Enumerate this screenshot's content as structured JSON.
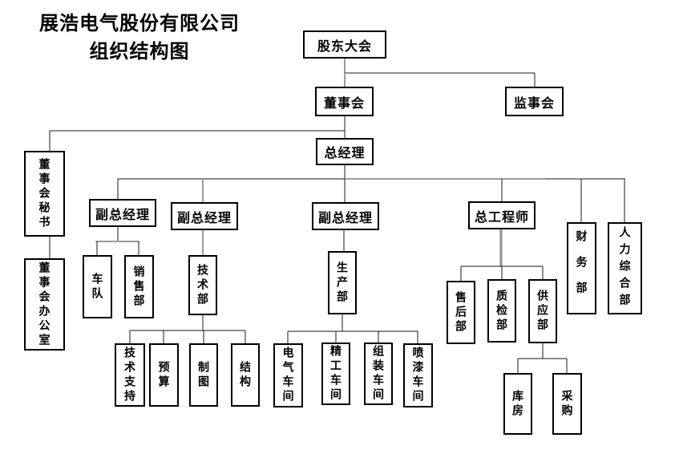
{
  "title": {
    "line1": "展浩电气股份有限公司",
    "line2": "组织结构图"
  },
  "colors": {
    "line_black": "#1a1a1a",
    "line_grey": "#9c9c9c",
    "box_border": "#000000",
    "background": "#ffffff"
  },
  "nodes": {
    "shareholders": "股东大会",
    "board": "董事会",
    "supervisory": "监事会",
    "gm": "总经理",
    "board_secretary": "董事会秘书",
    "board_office": "董事会办公室",
    "deputy_gm_1": "副总经理",
    "deputy_gm_2": "副总经理",
    "deputy_gm_3": "副总经理",
    "chief_engineer": "总工程师",
    "fleet": "车队",
    "sales": "销售部",
    "tech": "技术部",
    "tech_support": "技术支持",
    "budget": "预算",
    "drafting": "制图",
    "structure": "结构",
    "production": "生产部",
    "electrical_ws": "电气车间",
    "precision_ws": "精工车间",
    "assembly_ws": "组装车间",
    "painting_ws": "喷漆车间",
    "after_sales": "售后部",
    "quality": "质检部",
    "supply": "供应部",
    "warehouse": "库房",
    "purchasing": "采购",
    "finance": "财务部",
    "hr_general": "人力综合部"
  }
}
